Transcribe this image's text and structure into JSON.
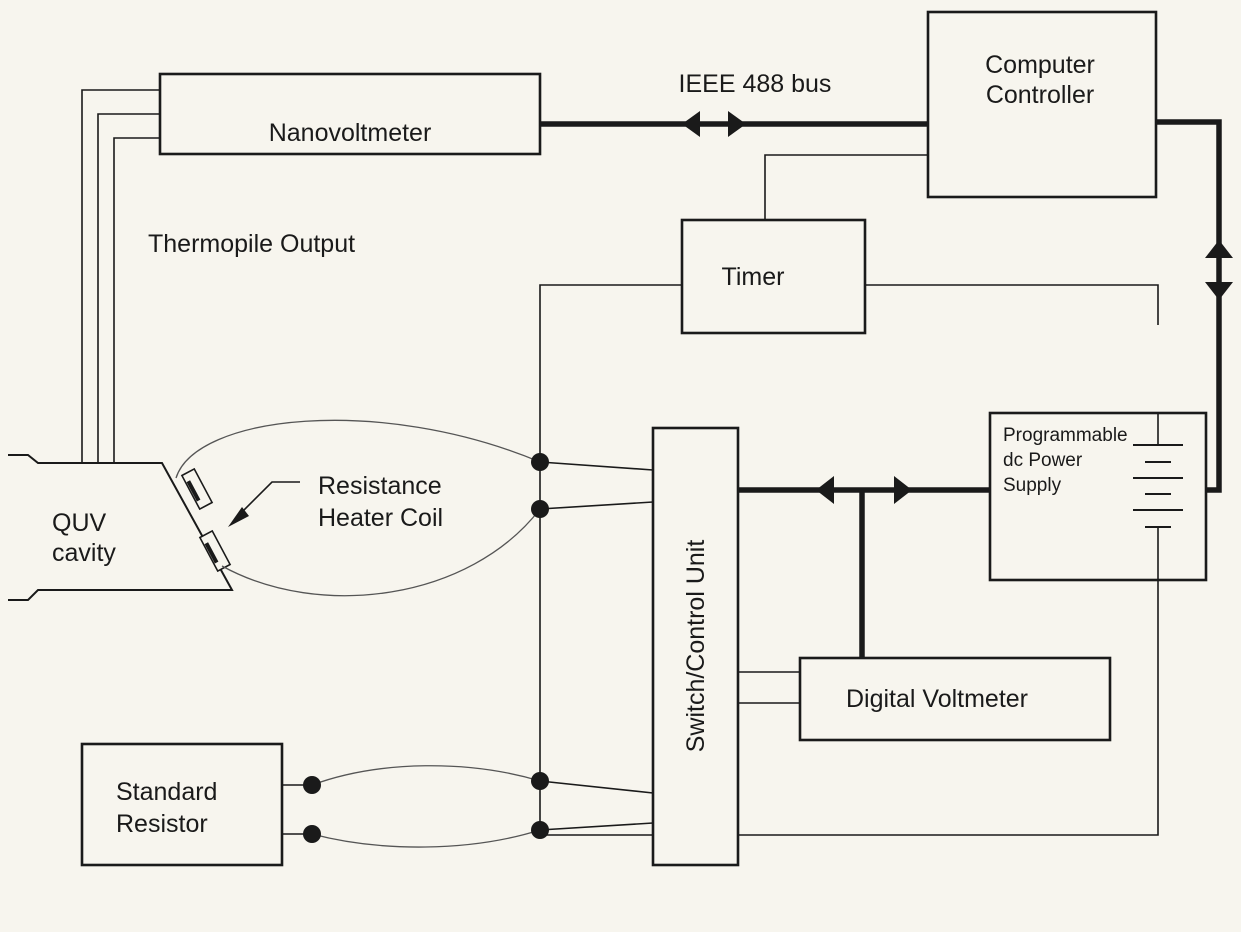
{
  "labels": {
    "nanovoltmeter": "Nanovoltmeter",
    "bus": "IEEE 488 bus",
    "computer_line1": "Computer",
    "computer_line2": "Controller",
    "thermopile": "Thermopile Output",
    "timer": "Timer",
    "cavity_line1": "QUV",
    "cavity_line2": "cavity",
    "heater_line1": "Resistance",
    "heater_line2": "Heater Coil",
    "switch": "Switch/Control Unit",
    "power_line1": "Programmable",
    "power_line2": "dc Power",
    "power_line3": "Supply",
    "dvm": "Digital Voltmeter",
    "std_line1": "Standard",
    "std_line2": "Resistor"
  }
}
